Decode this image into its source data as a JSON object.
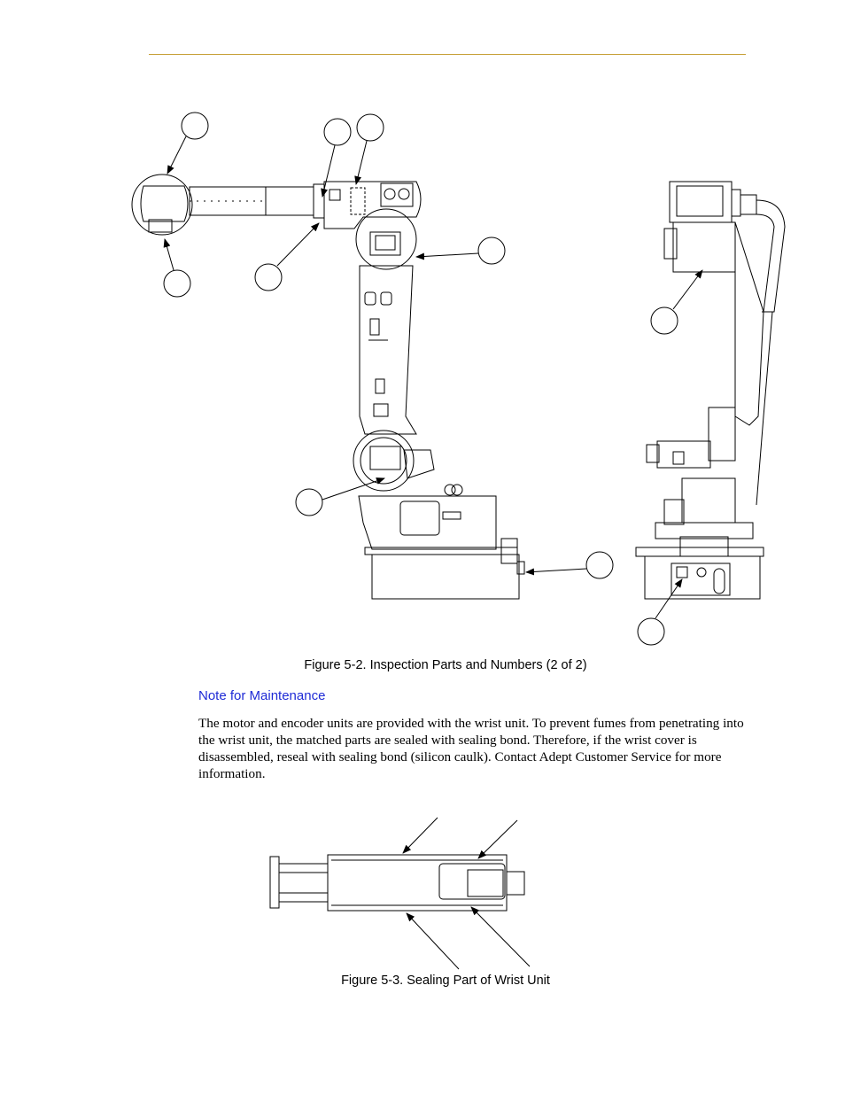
{
  "header": {
    "rule_color": "#c8a23c"
  },
  "figure_5_2": {
    "caption": "Figure 5-2. Inspection Parts and Numbers (2 of 2)"
  },
  "maintenance_note": {
    "heading": "Note for Maintenance",
    "heading_color": "#1f2bd6",
    "body": "The motor and encoder units are provided with the wrist unit. To prevent fumes from penetrating into the wrist unit, the matched parts are sealed with sealing bond. Therefore, if the wrist cover is disassembled, reseal with sealing bond (silicon caulk). Contact Adept Customer Service for more information."
  },
  "figure_5_3": {
    "caption": "Figure 5-3. Sealing Part of Wrist Unit"
  }
}
